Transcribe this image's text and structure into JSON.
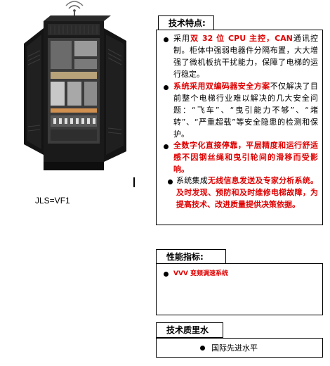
{
  "product": {
    "image_alt": "电梯控制柜",
    "caption": "JLS=VF1"
  },
  "features": {
    "header": "技术特点:",
    "items": [
      {
        "parts": [
          {
            "t": "采用",
            "red": false
          },
          {
            "t": "双 32 位 CPU 主控，CAN",
            "red": true
          },
          {
            "t": "通讯控制。柜体中强弱电器件分隔布置，大大增强了微机板抗干扰能力，保障了电梯的运行稳定。",
            "red": false
          }
        ]
      },
      {
        "parts": [
          {
            "t": "系统采用双编码器安全方案",
            "red": true
          },
          {
            "t": "不仅解决了目前整个电梯行业难以解决的几大安全问题：“飞车”、“曳引能力不够”、“堵转”、“严重超载”等安全隐患的检测和保护。",
            "red": false
          }
        ]
      },
      {
        "parts": [
          {
            "t": "全数字化直接停靠，平层精度和运行舒适感不因钢丝绳和曳引轮间的滑移而受影响。",
            "red": true
          }
        ]
      },
      {
        "parts": [
          {
            "t": "系统集成",
            "red": false
          },
          {
            "t": "无线信息发送及专家分析系统。及时发现、预防和及时维修电梯故障，为提高技术、改进质量提供决策依据。",
            "red": true
          }
        ]
      }
    ]
  },
  "performance": {
    "header": "性能指标:",
    "items": [
      "VVV 变频调速系统"
    ]
  },
  "quality": {
    "header": "技术质里水",
    "items": [
      "国际先进水平"
    ]
  },
  "colors": {
    "accent_red": "#e00000",
    "cabinet_dark": "#1a1a1a"
  }
}
